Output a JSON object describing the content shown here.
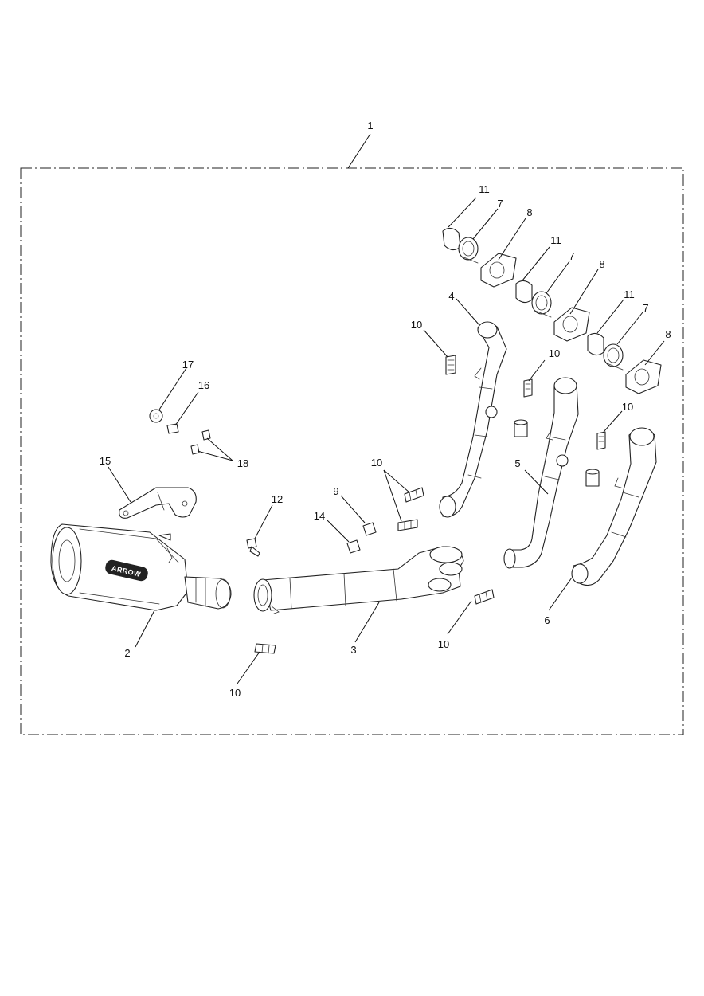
{
  "diagram": {
    "callouts": {
      "c1": "1",
      "c2": "2",
      "c3": "3",
      "c4": "4",
      "c5": "5",
      "c6": "6",
      "c7a": "7",
      "c7b": "7",
      "c7c": "7",
      "c8a": "8",
      "c8b": "8",
      "c8c": "8",
      "c9": "9",
      "c10a": "10",
      "c10b": "10",
      "c10c": "10",
      "c10d": "10",
      "c10e": "10",
      "c10f": "10",
      "c11a": "11",
      "c11b": "11",
      "c11c": "11",
      "c12": "12",
      "c14": "14",
      "c15": "15",
      "c16": "16",
      "c17": "17",
      "c18": "18"
    },
    "silencer_brand": "ARROW"
  }
}
